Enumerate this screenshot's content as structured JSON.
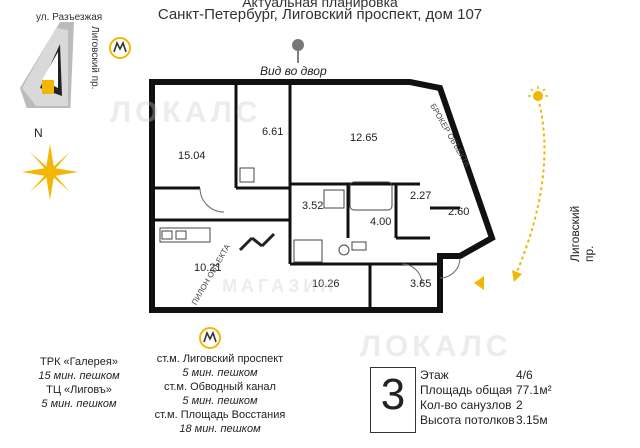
{
  "header": {
    "line1": "Актуальная планировка",
    "line2": "Санкт-Петербург, Лиговский проспект, дом 107"
  },
  "map": {
    "street_top": "ул. Разъезжая",
    "street_side": "Лиговский пр.",
    "north": "N"
  },
  "plan": {
    "view_label": "Вид во двор",
    "street_right": "Лиговский пр.",
    "pillar_label": "ПИЛОН ОБЪЕКТА",
    "bolt_label": "БРОКЕР ОБЪЕКТА",
    "rooms": [
      "15.04",
      "6.61",
      "12.65",
      "3.52",
      "4.00",
      "2.27",
      "2.60",
      "10.21",
      "10.26",
      "3.65"
    ]
  },
  "directions": {
    "left": [
      {
        "name": "ТРК «Галерея»",
        "time": "15 мин. пешком"
      },
      {
        "name": "ТЦ «Лиговъ»",
        "time": "5 мин. пешком"
      }
    ],
    "center": [
      {
        "name": "ст.м. Лиговский проспект",
        "time": "5 мин. пешком"
      },
      {
        "name": "ст.м. Обводный канал",
        "time": "5 мин. пешком"
      },
      {
        "name": "ст.м. Площадь Восстания",
        "time": "18 мин. пешком"
      }
    ]
  },
  "info": {
    "rooms_count": "3",
    "rows": [
      {
        "label": "Этаж",
        "value": "4/6"
      },
      {
        "label": "Площадь общая",
        "value": "77.1м²"
      },
      {
        "label": "Кол-во санузлов",
        "value": "2"
      },
      {
        "label": "Высота потолков",
        "value": "3.15м"
      }
    ]
  },
  "watermark": {
    "text1": "ЛОКАЛС",
    "text2": "МАГАЗИН",
    "text3": "ЛОКАЛС"
  },
  "colors": {
    "accent": "#f2b705",
    "wall": "#111111"
  }
}
